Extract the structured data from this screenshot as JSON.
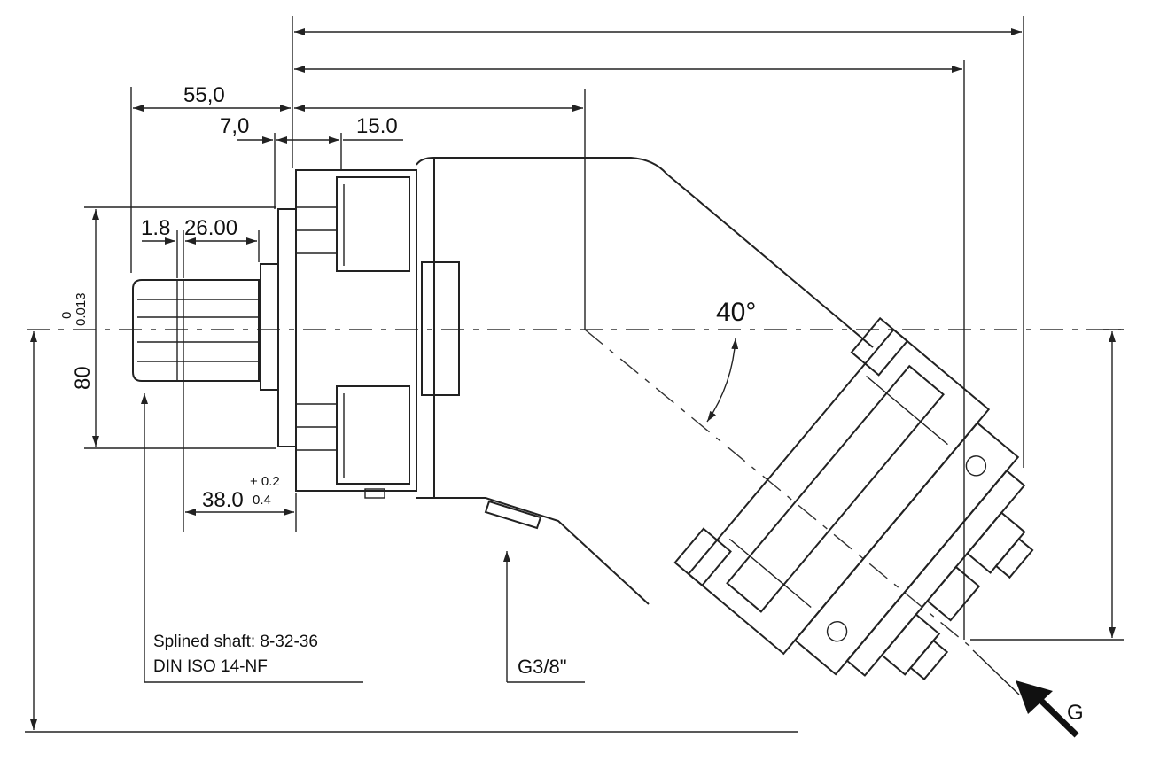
{
  "dimensions": {
    "d_55": "55,0",
    "d_7": "7,0",
    "d_15": "15.0",
    "d_1_8": "1.8",
    "d_26": "26.00",
    "d_80": "80",
    "tol_80_upper": "0",
    "tol_80_lower": "0.013",
    "d_38": "38.0",
    "tol_38_upper": "+ 0.2",
    "tol_38_lower": "0.4",
    "angle": "40°"
  },
  "notes": {
    "spline_line1": "Splined shaft: 8-32-36",
    "spline_line2": "DIN ISO 14-NF",
    "port_g38": "G3/8\"",
    "port_g": "G"
  }
}
